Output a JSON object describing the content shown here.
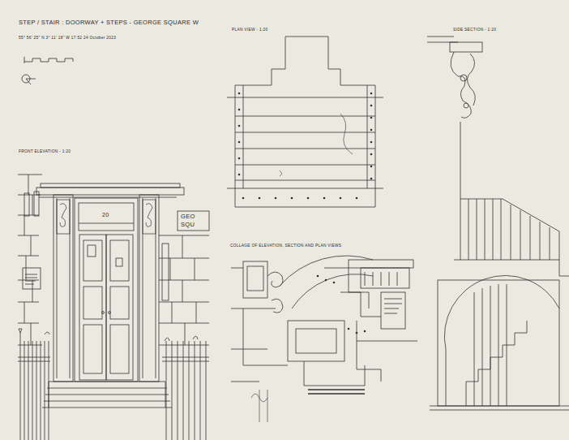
{
  "diagram": {
    "title": "STEP / STAIR : DOORWAY + STEPS - GEORGE SQUARE W",
    "labels": [
      "55° 56' 25\" N   3° 11' 18\" W   17:52 24 October 2023",
      "FRONT ELEVATION - 1:20",
      "PLAN VIEW - 1:20",
      "SIDE SECTION - 1:20",
      "COLLAGE OF ELEVATION, SECTION AND PLAN VIEWS",
      "20",
      "GEO",
      "SQU"
    ]
  }
}
